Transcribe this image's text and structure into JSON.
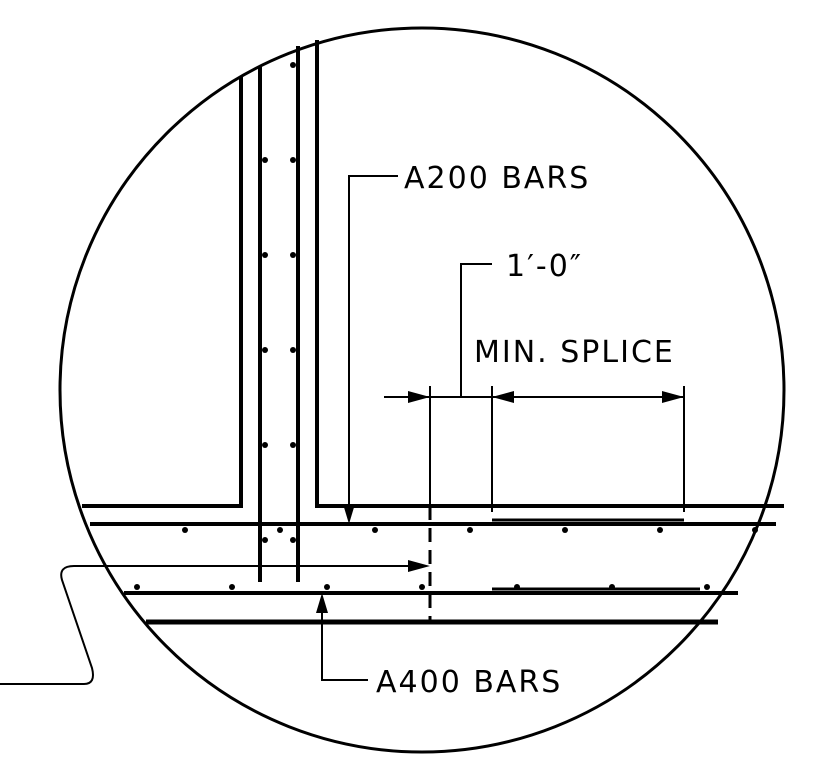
{
  "labels": {
    "a200": "A200 BARS",
    "dimension": "1′-0″",
    "splice": "MIN. SPLICE",
    "a400": "A400 BARS"
  },
  "colors": {
    "line": "#000000",
    "background": "#ffffff"
  }
}
